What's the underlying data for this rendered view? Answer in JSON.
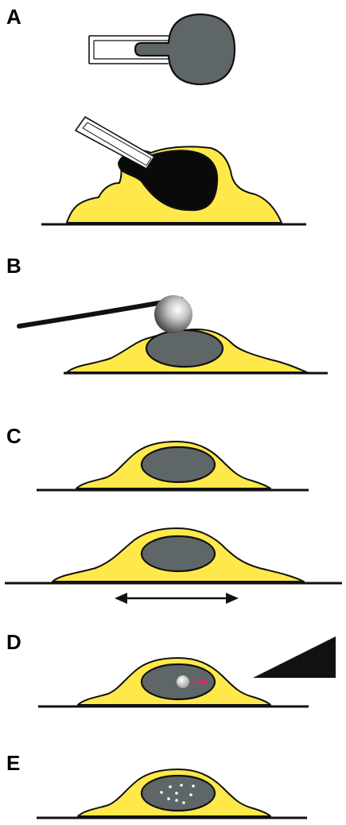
{
  "panels": [
    {
      "label": "A"
    },
    {
      "label": "B"
    },
    {
      "label": "C"
    },
    {
      "label": "D"
    },
    {
      "label": "E"
    }
  ],
  "colors": {
    "cell": "#ffe94a",
    "nucleus": "#5f6668",
    "outline": "#111111",
    "pipette": "#ffffff",
    "bead_highlight": "#ffffff",
    "arrow_accent": "#e8235e",
    "gradient_wedge": "#111111",
    "granule": "#ffffff"
  },
  "icons": {
    "A": [
      "micropipette-icon",
      "aspirated-nucleus-icon",
      "aspirated-cell-icon"
    ],
    "B": [
      "cantilever-icon",
      "bead-icon",
      "cell-icon"
    ],
    "C": [
      "cell-icon",
      "cell-stretched-icon",
      "double-arrow-icon"
    ],
    "D": [
      "cell-icon",
      "particle-icon",
      "displacement-arrow-icon",
      "gradient-wedge-icon"
    ],
    "E": [
      "cell-icon",
      "granules-icon"
    ]
  }
}
